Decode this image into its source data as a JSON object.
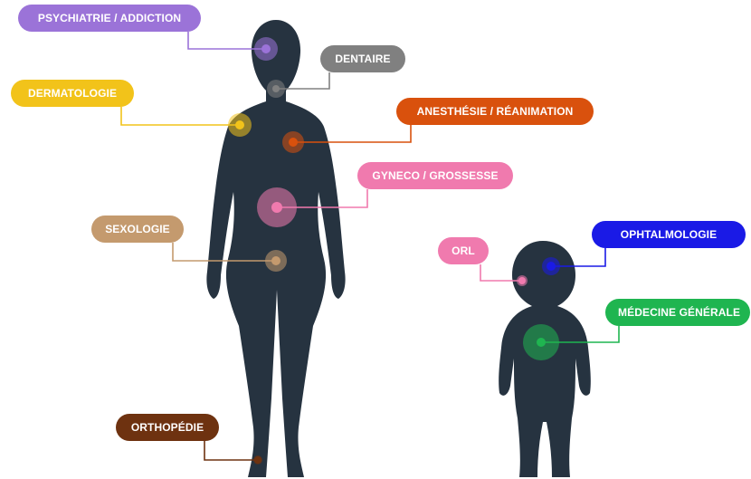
{
  "body_color": "#263340",
  "specialties": [
    {
      "id": "psychiatrie",
      "label": "PSYCHIATRIE / ADDICTION",
      "color": "#9b73d8",
      "figure": "woman"
    },
    {
      "id": "dentaire",
      "label": "DENTAIRE",
      "color": "#808080",
      "figure": "woman"
    },
    {
      "id": "dermatologie",
      "label": "DERMATOLOGIE",
      "color": "#f2c31a",
      "figure": "woman"
    },
    {
      "id": "anesthesie",
      "label": "ANESTHÉSIE / RÉANIMATION",
      "color": "#d9510d",
      "figure": "woman"
    },
    {
      "id": "gyneco",
      "label": "GYNECO / GROSSESSE",
      "color": "#f07aae",
      "figure": "woman"
    },
    {
      "id": "sexologie",
      "label": "SEXOLOGIE",
      "color": "#c49a6e",
      "figure": "woman"
    },
    {
      "id": "orthopedie",
      "label": "ORTHOPÉDIE",
      "color": "#6e3210",
      "figure": "woman"
    },
    {
      "id": "orl",
      "label": "ORL",
      "color": "#f07aae",
      "figure": "child"
    },
    {
      "id": "ophtalmologie",
      "label": "OPHTALMOLOGIE",
      "color": "#1a1ae6",
      "figure": "child"
    },
    {
      "id": "medecine",
      "label": "MÉDECINE GÉNÉRALE",
      "color": "#1fb550",
      "figure": "child"
    }
  ]
}
